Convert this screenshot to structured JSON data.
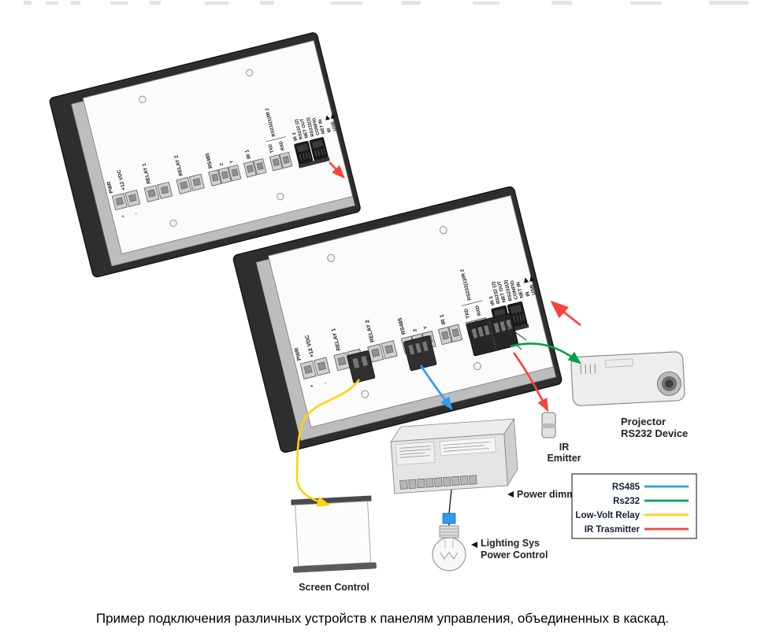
{
  "caption": "Пример подключения различных устройств к панелям управления, объединенных в каскад.",
  "panel": {
    "labels": {
      "pwr": "PWR",
      "plus": "+",
      "minus": "-",
      "vdc": "+12 VDC",
      "relay1": "RELAY 1",
      "relay2": "RELAY 2",
      "rs485": "RS485",
      "z": "Z",
      "y": "Y",
      "ir1": "IR 1",
      "txd": "TXD",
      "rxd": "RXD",
      "rs232_1": "RS232(1)/IR 2",
      "ir3": "IR 3",
      "rs232_2": "RS232 (2)",
      "net_out": "NET OUT",
      "rs232_3": "RS232(3)",
      "config": "CONFIG",
      "net_in": "NET IN",
      "ir": "IR",
      "usb": "USB"
    }
  },
  "devices": {
    "projector": {
      "line1": "Projector",
      "line2": "RS232 Device"
    },
    "ir_emitter": {
      "line1": "IR",
      "line2": "Emitter"
    },
    "power_dimmer": {
      "label": "Power dimmer"
    },
    "screen": {
      "label": "Screen Control"
    },
    "lighting": {
      "line1": "Lighting Sys",
      "line2": "Power Control"
    }
  },
  "legend": {
    "items": [
      {
        "label": "RS485",
        "color": "#2f9af0"
      },
      {
        "label": "Rs232",
        "color": "#00a14b"
      },
      {
        "label": "Low-Volt Relay",
        "color": "#ffd20a"
      },
      {
        "label": "IR Trasmitter",
        "color": "#f9423a"
      }
    ]
  }
}
